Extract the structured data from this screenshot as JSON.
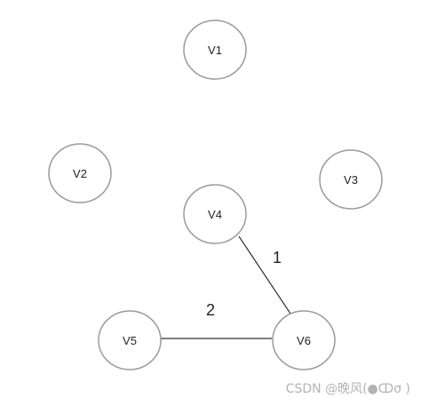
{
  "graph": {
    "nodes": [
      {
        "id": "v1",
        "label": "V1"
      },
      {
        "id": "v2",
        "label": "V2"
      },
      {
        "id": "v3",
        "label": "V3"
      },
      {
        "id": "v4",
        "label": "V4"
      },
      {
        "id": "v5",
        "label": "V5"
      },
      {
        "id": "v6",
        "label": "V6"
      }
    ],
    "edges": [
      {
        "from": "v4",
        "to": "v6",
        "weight": "1"
      },
      {
        "from": "v5",
        "to": "v6",
        "weight": "2"
      }
    ],
    "colors": {
      "node_stroke": "#9a9a9a",
      "edge": "#333333"
    }
  },
  "watermark": "CSDN @晚风(●ↀσ )"
}
